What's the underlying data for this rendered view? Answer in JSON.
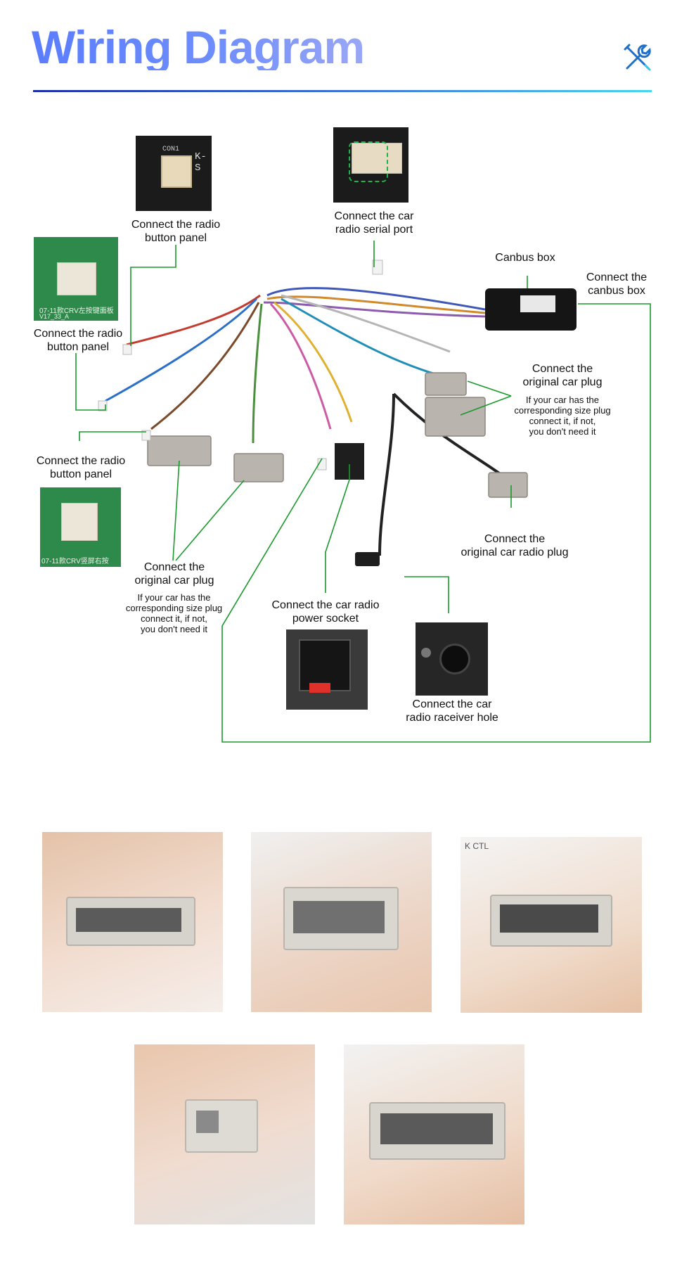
{
  "header": {
    "title": "Wiring Diagram"
  },
  "labels": {
    "radio_button_panel_top": [
      "Connect the radio",
      "button panel"
    ],
    "radio_serial_port": [
      "Connect the car",
      "radio serial port"
    ],
    "canbus_box": "Canbus box",
    "connect_canbus_box": [
      "Connect the",
      "canbus box"
    ],
    "radio_button_panel_left": [
      "Connect the radio",
      "button panel"
    ],
    "original_car_plug_right": [
      "Connect the",
      "original car plug"
    ],
    "original_car_plug_right_note": [
      "If your car has the",
      "corresponding size plug",
      "connect it, if not,",
      "you don't need it"
    ],
    "radio_button_panel_bottom": [
      "Connect the radio",
      "button panel"
    ],
    "original_car_radio_plug": [
      "Connect the",
      "original car radio plug"
    ],
    "original_car_plug_left": [
      "Connect the",
      "original car plug"
    ],
    "original_car_plug_left_note": [
      "If your car has the",
      "corresponding size plug",
      "connect it, if not,",
      "you don't need it"
    ],
    "power_socket": [
      "Connect the car radio",
      "power socket"
    ],
    "receiver_hole": [
      "Connect the  car",
      "radio raceiver hole"
    ]
  },
  "photo_text": {
    "pcb_top_label": "CON1",
    "pcb_top_label2": "K-S",
    "pcb_left_silk": "07-11款CRV左按键面板",
    "pcb_left_silk2": "V17_33_A",
    "pcb_bottom_silk": "07-11款CRV竖屏右按",
    "plug_ctl": "K CTL"
  },
  "colors": {
    "title_gradient_start": "#5a7dff",
    "rule_gradient_start": "#1d2fa8",
    "rule_gradient_end": "#47d6ee",
    "leader_line": "#1a9a2c",
    "tools_icon": "#1f6fc8"
  }
}
